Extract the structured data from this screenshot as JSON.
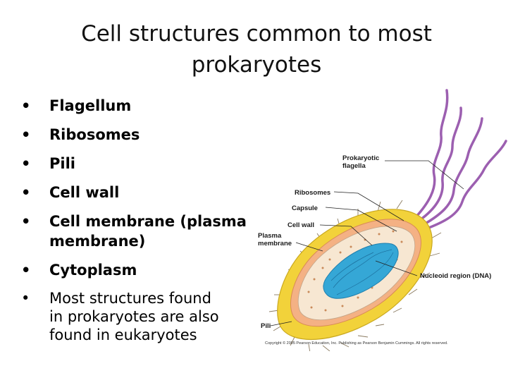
{
  "slide": {
    "title_line1": "Cell structures common to most",
    "title_line2": "prokaryotes",
    "bullets": [
      {
        "text": "Flagellum"
      },
      {
        "text": "Ribosomes"
      },
      {
        "text": "Pili"
      },
      {
        "text": "Cell wall"
      },
      {
        "text": "Cell membrane (plasma",
        "text2": "membrane)"
      },
      {
        "text": "Cytoplasm"
      },
      {
        "text": "Most structures found",
        "text2": "in prokaryotes are also",
        "text3": "found in eukaryotes"
      }
    ],
    "bullet_glyph": "•"
  },
  "figure": {
    "labels": {
      "flagella_1": "Prokaryotic",
      "flagella_2": "flagella",
      "ribosomes": "Ribosomes",
      "capsule": "Capsule",
      "cell_wall": "Cell wall",
      "plasma_1": "Plasma",
      "plasma_2": "membrane",
      "nucleoid": "Nucleoid region (DNA)",
      "pili": "Pili"
    },
    "copyright": "Copyright © 2005 Pearson Education, Inc. Publishing as Pearson Benjamin Cummings. All rights reserved.",
    "colors": {
      "capsule": "#f2d23a",
      "wall": "#f4b184",
      "cytoplasm": "#f7e7d2",
      "nucleoid": "#35a7d6",
      "flagella": "#9c5fb0"
    }
  }
}
